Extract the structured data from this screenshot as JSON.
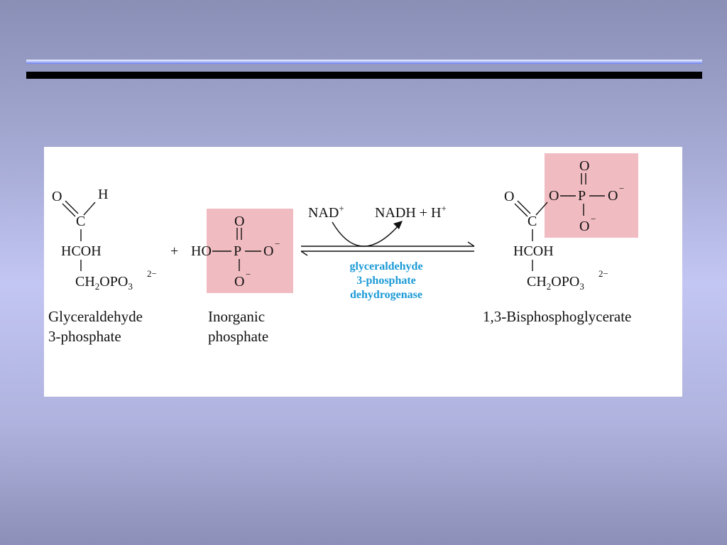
{
  "reaction": {
    "substrate": {
      "o": "O",
      "h": "H",
      "c": "C",
      "hcoh": "HCOH",
      "ch2opo3": "CH",
      "sub2": "2",
      "opo3": "OPO",
      "sub3": "3",
      "charge": "2−",
      "name_line1": "Glyceraldehyde",
      "name_line2": "3-phosphate"
    },
    "plus": "+",
    "phosphate": {
      "ho": "HO",
      "p": "P",
      "o_right": "O",
      "o_top": "O",
      "o_bottom": "O",
      "minus": "−",
      "name_line1": "Inorganic",
      "name_line2": "phosphate"
    },
    "cofactor_in": "NAD",
    "cofactor_in_sup": "+",
    "cofactor_out": "NADH + H",
    "cofactor_out_sup": "+",
    "enzyme": [
      "glyceraldehyde",
      "3-phosphate",
      "dehydrogenase"
    ],
    "product": {
      "o": "O",
      "c": "C",
      "o_link": "O",
      "p": "P",
      "o_right": "O",
      "o_top": "O",
      "o_bottom": "O",
      "minus": "−",
      "hcoh": "HCOH",
      "ch": "CH",
      "sub2": "2",
      "opo": "OPO",
      "sub3": "3",
      "charge": "2−",
      "name": "1,3-Bisphosphoglycerate"
    }
  },
  "colors": {
    "highlight": "#f1bcc1",
    "enzyme_text": "#1a9ad6",
    "rule_thick": "#000000"
  }
}
